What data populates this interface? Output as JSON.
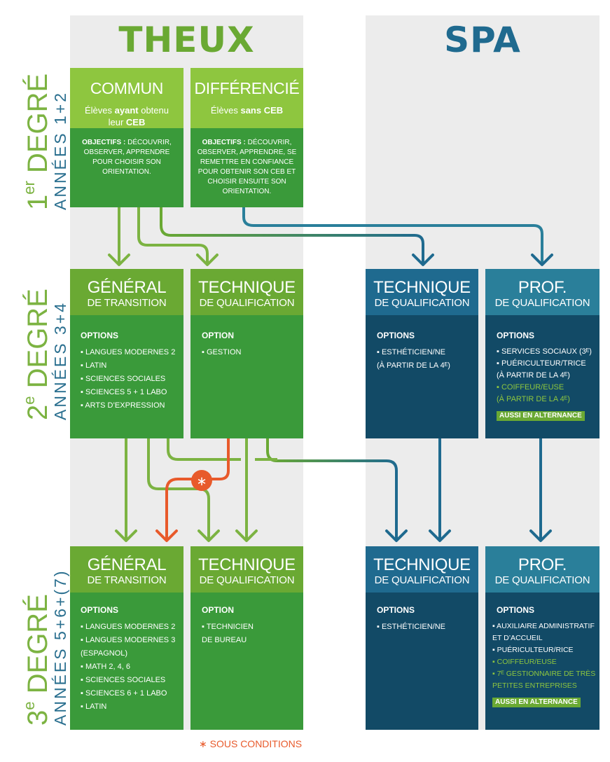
{
  "columns": {
    "theux": {
      "title": "THEUX",
      "color": "#6aa933"
    },
    "spa": {
      "title": "SPA",
      "color": "#1f6a8f"
    }
  },
  "degrees": [
    {
      "degree_num": "1",
      "degree_sup": "er",
      "degree_word": "DEGRÉ",
      "years": "ANNÉES 1+2"
    },
    {
      "degree_num": "2",
      "degree_sup": "e",
      "degree_word": "DEGRÉ",
      "years": "ANNÉES 3+4"
    },
    {
      "degree_num": "3",
      "degree_sup": "e",
      "degree_word": "DEGRÉ",
      "years": "ANNÉES 5+6+(7)"
    }
  ],
  "first_degree": {
    "commun": {
      "title": "COMMUN",
      "line1_a": "Élèves ",
      "line1_b": "ayant",
      "line1_c": " obtenu",
      "line2_a": "leur ",
      "line2_b": "CEB",
      "obj_label": "OBJECTIFS :",
      "obj_text": " DÉCOUVRIR, OBSERVER, APPRENDRE POUR CHOISIR SON ORIENTATION."
    },
    "differencie": {
      "title": "DIFFÉRENCIÉ",
      "line1_a": "Élèves ",
      "line1_b": "sans CEB",
      "obj_label": "OBJECTIFS :",
      "obj_text": " DÉCOUVRIR, OBSERVER, APPRENDRE, SE REMETTRE EN CONFIANCE POUR OBTENIR SON CEB ET CHOISIR ENSUITE SON ORIENTATION."
    }
  },
  "second_degree": {
    "theux_general": {
      "title": "GÉNÉRAL",
      "subtitle": "DE TRANSITION",
      "opt_title": "OPTIONS",
      "options": [
        "▪ LANGUES MODERNES 2",
        "▪ LATIN",
        "▪ SCIENCES SOCIALES",
        "▪ SCIENCES 5 + 1 LABO",
        "▪ ARTS D’EXPRESSION"
      ]
    },
    "theux_technique": {
      "title": "TECHNIQUE",
      "subtitle": "DE QUALIFICATION",
      "opt_title": "OPTION",
      "options": [
        "▪ GESTION"
      ]
    },
    "spa_technique": {
      "title": "TECHNIQUE",
      "subtitle": "DE QUALIFICATION",
      "opt_title": "OPTIONS",
      "options": [
        "▪ ESTHÉTICIEN/NE\n   (À PARTIR DE LA 4ᴱ)"
      ]
    },
    "spa_prof": {
      "title": "PROF.",
      "subtitle": "DE QUALIFICATION",
      "opt_title": "OPTIONS",
      "options": [
        "▪ SERVICES SOCIAUX (3ᴱ)",
        "▪ PUÉRICULTEUR/TRICE\n   (À PARTIR DE LA 4ᴱ)"
      ],
      "highlight_option": "▪ COIFFEUR/EUSE\n   (À PARTIR DE LA 4ᴱ)",
      "tag": "AUSSI EN ALTERNANCE"
    }
  },
  "third_degree": {
    "theux_general": {
      "title": "GÉNÉRAL",
      "subtitle": "DE TRANSITION",
      "opt_title": "OPTIONS",
      "options": [
        "▪ LANGUES MODERNES 2",
        "▪ LANGUES MODERNES 3\n   (ESPAGNOL)",
        "▪ MATH 2, 4, 6",
        "▪ SCIENCES SOCIALES",
        "▪ SCIENCES 6 + 1 LABO",
        "▪ LATIN"
      ]
    },
    "theux_technique": {
      "title": "TECHNIQUE",
      "subtitle": "DE QUALIFICATION",
      "opt_title": "OPTION",
      "options": [
        "▪ TECHNICIEN\n   DE BUREAU"
      ]
    },
    "spa_technique": {
      "title": "TECHNIQUE",
      "subtitle": "DE QUALIFICATION",
      "opt_title": "OPTIONS",
      "options": [
        "▪ ESTHÉTICIEN/NE"
      ]
    },
    "spa_prof": {
      "title": "PROF.",
      "subtitle": "DE QUALIFICATION",
      "opt_title": "OPTIONS",
      "options": [
        "▪ AUXILIAIRE ADMINISTRATIF\n   ET D’ACCUEIL",
        "▪ PUÉRICULTEUR/RICE"
      ],
      "highlight_options": [
        "▪ COIFFEUR/EUSE",
        "▪ 7ᴱ GESTIONNAIRE DE TRÈS\n   PETITES ENTREPRISES"
      ],
      "tag": "AUSSI EN ALTERNANCE"
    }
  },
  "footnote": {
    "symbol": "∗",
    "text": " SOUS CONDITIONS"
  },
  "colors": {
    "green_header": "#6aa933",
    "green_body": "#3a9a3a",
    "light_green_header": "#8ec63f",
    "blue_header": "#1f6a8f",
    "blue_body": "#124a66",
    "orange": "#e85a2b",
    "bg_column": "#ececec"
  }
}
